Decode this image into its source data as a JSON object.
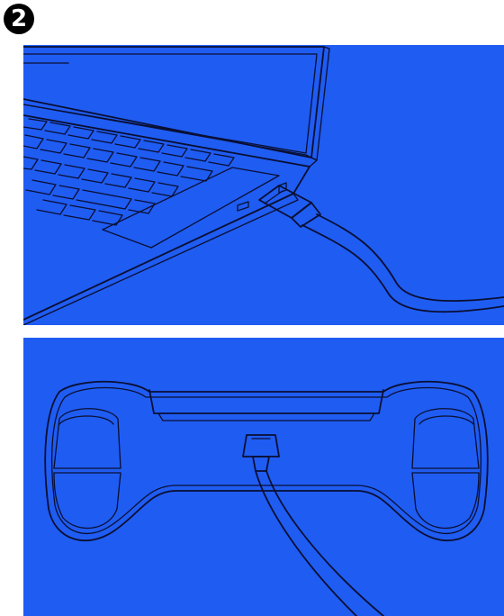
{
  "step": {
    "number_label": "2"
  },
  "colors": {
    "panel_background": "#1f5cf2",
    "line_art": "#0a0f33",
    "badge_background": "#000000"
  },
  "panels": [
    {
      "illustration": "laptop-with-usb-cable-plugged-into-side-port"
    },
    {
      "illustration": "game-controller-with-usb-cable-plugged-into-back-port"
    }
  ]
}
